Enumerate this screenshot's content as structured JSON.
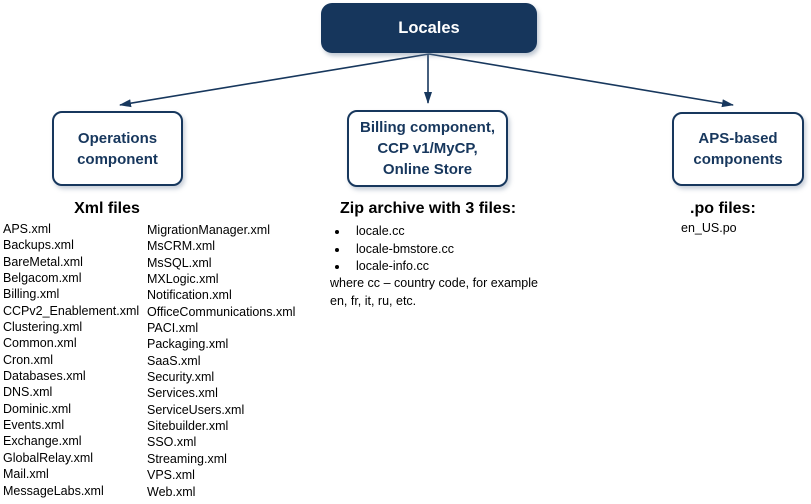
{
  "colors": {
    "navy_fill": "#16365C",
    "navy_line": "#17375D",
    "text_black": "#000000",
    "root_text": "#ffffff"
  },
  "root_node": {
    "label": "Locales"
  },
  "nodes": {
    "operations": {
      "label": "Operations\ncomponent"
    },
    "billing": {
      "label": "Billing component,\nCCP v1/MyCP,\nOnline Store"
    },
    "aps": {
      "label": "APS-based\ncomponents"
    }
  },
  "xml_section": {
    "title": "Xml files",
    "column1": [
      "APS.xml",
      "Backups.xml",
      "BareMetal.xml",
      "Belgacom.xml",
      "Billing.xml",
      "CCPv2_Enablement.xml",
      "Clustering.xml",
      "Common.xml",
      "Cron.xml",
      "Databases.xml",
      "DNS.xml",
      "Dominic.xml",
      "Events.xml",
      "Exchange.xml",
      "GlobalRelay.xml",
      "Mail.xml",
      "MessageLabs.xml"
    ],
    "column2": [
      "MigrationManager.xml",
      "MsCRM.xml",
      "MsSQL.xml",
      "MXLogic.xml",
      "Notification.xml",
      "OfficeCommunications.xml",
      "PACI.xml",
      "Packaging.xml",
      "SaaS.xml",
      "Security.xml",
      "Services.xml",
      "ServiceUsers.xml",
      "Sitebuilder.xml",
      "SSO.xml",
      "Streaming.xml",
      "VPS.xml",
      "Web.xml"
    ]
  },
  "zip_section": {
    "title": "Zip archive with 3 files:",
    "bullets": [
      "locale.cc",
      "locale-bmstore.cc",
      "locale-info.cc"
    ],
    "note": "where cc – country code, for example en, fr, it, ru, etc."
  },
  "po_section": {
    "title": ".po files:",
    "files": [
      "en_US.po"
    ]
  }
}
